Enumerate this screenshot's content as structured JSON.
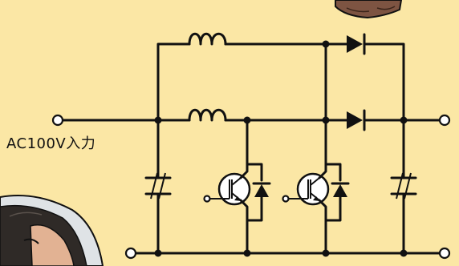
{
  "input_label": "AC100V入力",
  "colors": {
    "background": "#fbe7a5",
    "line": "#111111",
    "terminal_fill": "#ffffff",
    "hair": "#2f2a27",
    "skin": "#e2b293",
    "hand": "#7d5442"
  },
  "components": [
    {
      "type": "inductor",
      "branch": "top"
    },
    {
      "type": "inductor",
      "branch": "middle"
    },
    {
      "type": "diode",
      "branch": "top"
    },
    {
      "type": "diode",
      "branch": "middle"
    },
    {
      "type": "capacitor",
      "position": "input"
    },
    {
      "type": "capacitor",
      "position": "output"
    },
    {
      "type": "igbt",
      "with_diode": true
    },
    {
      "type": "igbt",
      "with_diode": true
    }
  ]
}
